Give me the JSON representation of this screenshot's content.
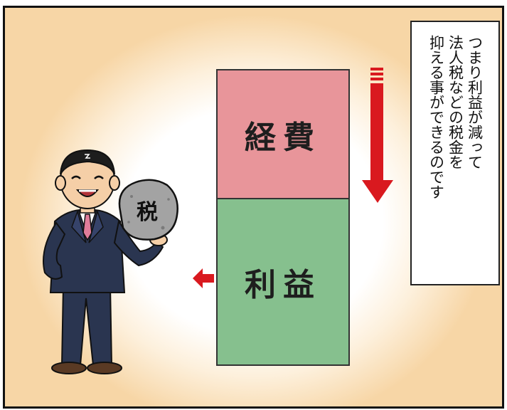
{
  "expense_label": "経費",
  "profit_label": "利益",
  "tax_stone_label": "税",
  "narration_text": "つまり利益が減って\n法人税などの税金を\n抑える事ができるのです",
  "colors": {
    "expense": "#e8959a",
    "profit": "#86c08e",
    "arrow": "#d9191f",
    "suit": "#2a3550",
    "tie": "#e07c9a",
    "stone": "#a3a3a3"
  },
  "icons": [
    "down-arrow-icon",
    "left-arrow-icon",
    "businessman-illustration",
    "tax-stone-icon"
  ]
}
